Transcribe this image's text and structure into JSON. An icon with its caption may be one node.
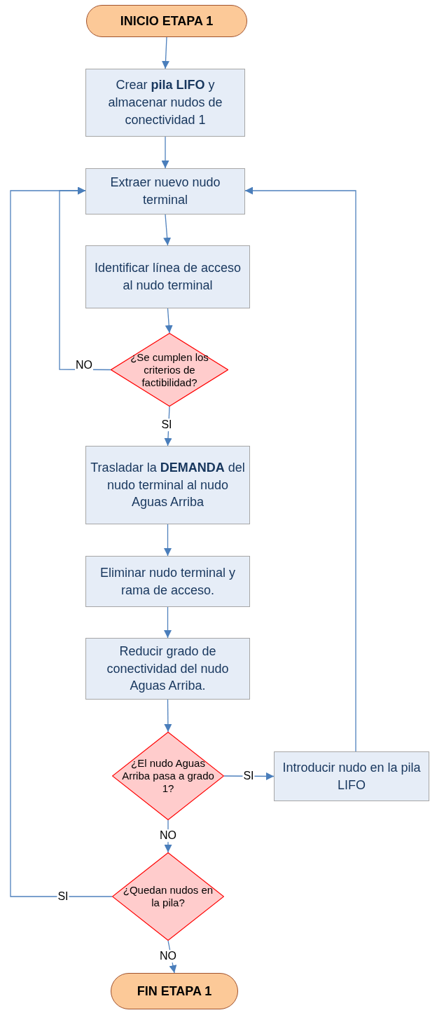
{
  "diagram": {
    "nodes": [
      {
        "text": [
          "INICIO ETAPA 1"
        ]
      },
      {
        "text": [
          "Crear **pila LIFO** y almacenar nudos de conectividad 1"
        ]
      },
      {
        "text": [
          "Extraer nuevo nudo terminal"
        ]
      },
      {
        "text": [
          "Identificar línea de acceso al nudo terminal"
        ]
      },
      {
        "text": [
          "¿Se cumplen los criterios de factibilidad?"
        ]
      },
      {
        "text": [
          "Trasladar la **DEMANDA** del nudo terminal al nudo Aguas Arriba"
        ]
      },
      {
        "text": [
          "Eliminar nudo terminal y rama de acceso."
        ]
      },
      {
        "text": [
          "Reducir grado de conectividad del nudo Aguas Arriba."
        ]
      },
      {
        "text": [
          "¿El nudo Aguas Arriba pasa a grado 1?"
        ]
      },
      {
        "text": [
          "Introducir nudo en la pila LIFO"
        ]
      },
      {
        "text": [
          "¿Quedan nudos en la pila?"
        ]
      },
      {
        "text": [
          "FIN ETAPA 1"
        ]
      }
    ],
    "edges": [
      {
        "from": 0,
        "to": 1,
        "arrow": "to"
      },
      {
        "from": 1,
        "to": 2,
        "arrow": "to"
      },
      {
        "from": 2,
        "to": 3,
        "arrow": "to"
      },
      {
        "from": 3,
        "to": 4,
        "arrow": "to"
      },
      {
        "from": 4,
        "to": 2,
        "arrow": "to",
        "label": "NO"
      },
      {
        "from": 4,
        "to": 5,
        "arrow": "to",
        "label": "SI"
      },
      {
        "from": 5,
        "to": 6,
        "arrow": "to"
      },
      {
        "from": 6,
        "to": 7,
        "arrow": "to"
      },
      {
        "from": 7,
        "to": 8,
        "arrow": "to"
      },
      {
        "from": 8,
        "to": 9,
        "arrow": "to",
        "label": "SI"
      },
      {
        "from": 9,
        "to": 2,
        "arrow": "to"
      },
      {
        "from": 8,
        "to": 10,
        "arrow": "to",
        "label": "NO"
      },
      {
        "from": 10,
        "to": 2,
        "arrow": "to",
        "label": "SI"
      },
      {
        "from": 10,
        "to": 11,
        "arrow": "to",
        "label": "NO"
      }
    ]
  }
}
